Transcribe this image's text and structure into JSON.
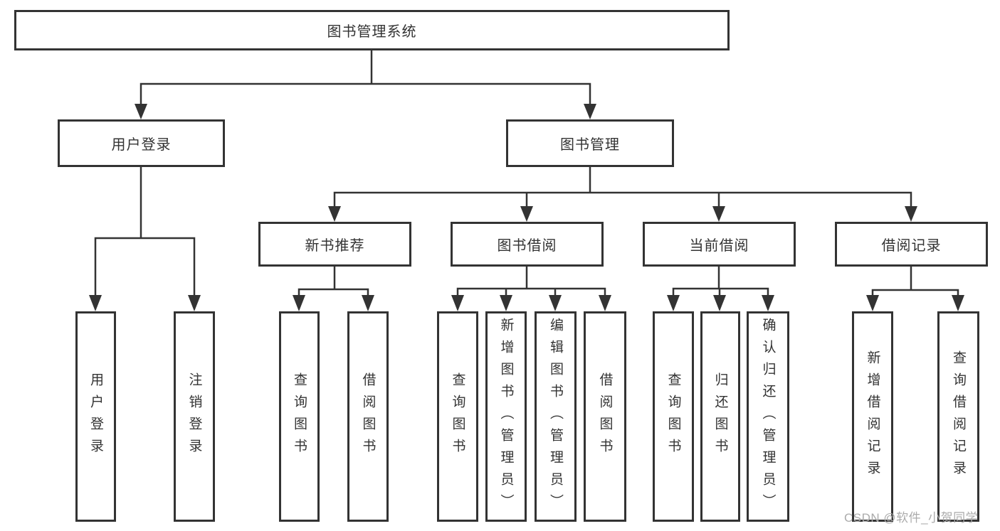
{
  "colors": {
    "line": "#333333",
    "box_border": "#333333",
    "text": "#333333",
    "watermark": "#ababab",
    "background": "#ffffff"
  },
  "watermark": {
    "text": "CSDN @软件_小贺同学"
  },
  "tree": {
    "root": {
      "label": "图书管理系统",
      "children": [
        {
          "label": "用户登录",
          "children": [
            {
              "label": "用户登录"
            },
            {
              "label": "注销登录"
            }
          ]
        },
        {
          "label": "图书管理",
          "children": [
            {
              "label": "新书推荐",
              "children": [
                {
                  "label": "查询图书"
                },
                {
                  "label": "借阅图书"
                }
              ]
            },
            {
              "label": "图书借阅",
              "children": [
                {
                  "label": "查询图书"
                },
                {
                  "label": "新增图书（管理员）"
                },
                {
                  "label": "编辑图书（管理员）"
                },
                {
                  "label": "借阅图书"
                }
              ]
            },
            {
              "label": "当前借阅",
              "children": [
                {
                  "label": "查询图书"
                },
                {
                  "label": "归还图书"
                },
                {
                  "label": "确认归还（管理员）"
                }
              ]
            },
            {
              "label": "借阅记录",
              "children": [
                {
                  "label": "新增借阅记录"
                },
                {
                  "label": "查询借阅记录"
                }
              ]
            }
          ]
        }
      ]
    }
  }
}
